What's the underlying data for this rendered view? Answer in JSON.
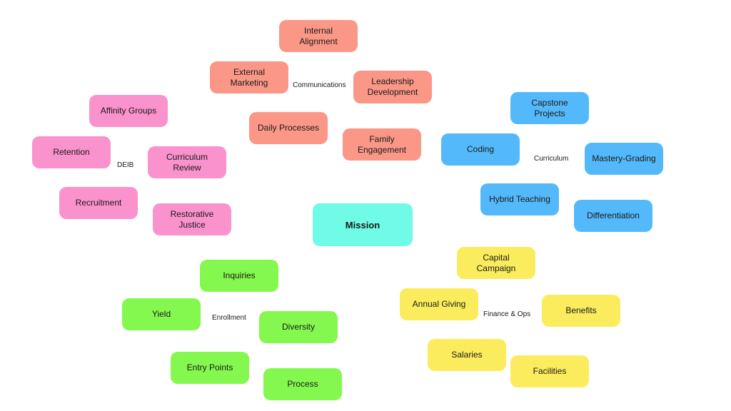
{
  "colors": {
    "communications": "#fa9787",
    "deib": "#fa92cd",
    "curriculum": "#54b9fa",
    "enrollment": "#84f84e",
    "finance": "#fbec5d",
    "mission": "#6ffbe6"
  },
  "center": {
    "label": "Mission"
  },
  "groups": {
    "communications": {
      "label": "Communications",
      "items": [
        "Internal Alignment",
        "External Marketing",
        "Leadership Development",
        "Daily Processes",
        "Family Engagement"
      ]
    },
    "deib": {
      "label": "DEIB",
      "items": [
        "Affinity Groups",
        "Retention",
        "Curriculum Review",
        "Recruitment",
        "Restorative Justice"
      ]
    },
    "curriculum": {
      "label": "Curriculum",
      "items": [
        "Capstone Projects",
        "Coding",
        "Mastery-Grading",
        "Hybrid Teaching",
        "Differentiation"
      ]
    },
    "enrollment": {
      "label": "Enrollment",
      "items": [
        "Inquiries",
        "Yield",
        "Diversity",
        "Entry Points",
        "Process"
      ]
    },
    "finance": {
      "label": "Finance & Ops",
      "items": [
        "Capital Campaign",
        "Annual Giving",
        "Benefits",
        "Salaries",
        "Facilities"
      ]
    }
  }
}
